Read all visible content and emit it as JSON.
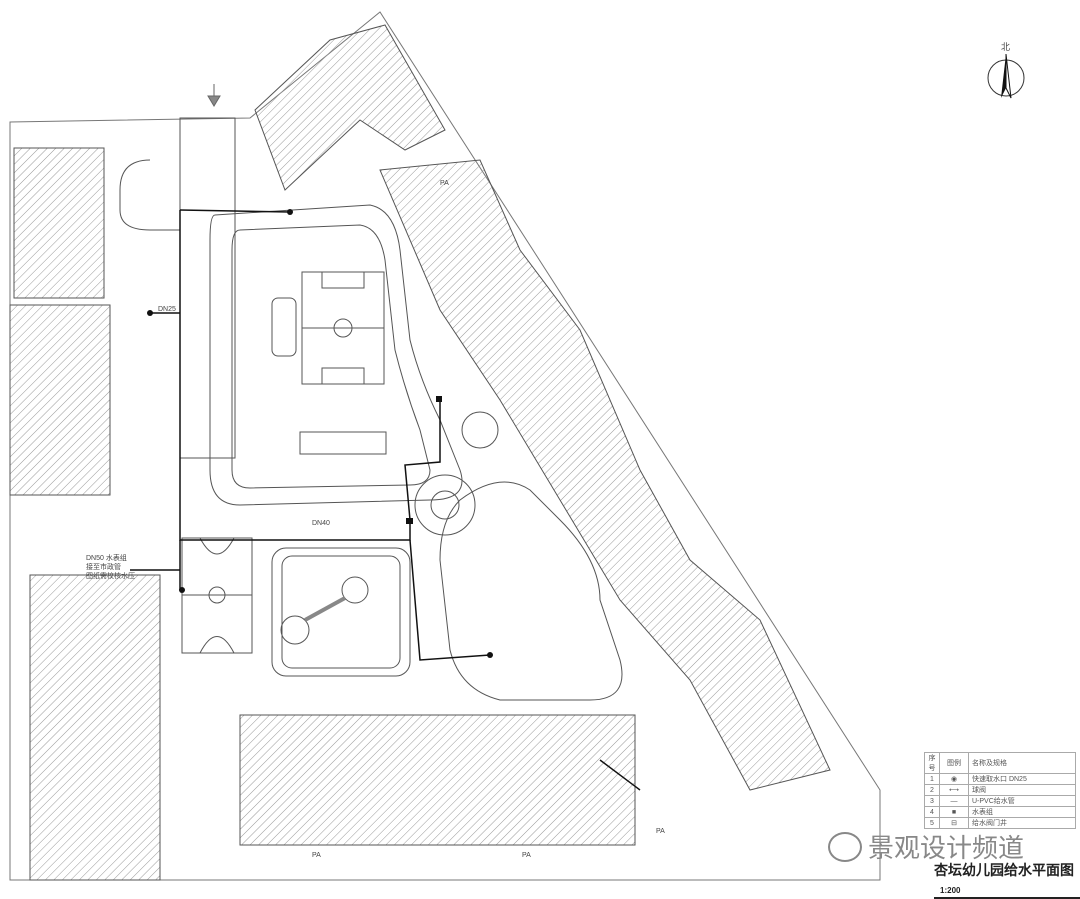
{
  "drawing": {
    "title": "杏坛幼儿园给水平面图",
    "scale": "1:200",
    "north_label": "北",
    "watermark": "景观设计频道",
    "annotations": {
      "dn25": "DN25",
      "dn40": "DN40",
      "dn50_note_1": "DN50 水表组",
      "dn50_note_2": "接至市政管",
      "dn50_note_3": "图纸需校核水压",
      "pa_1": "PA",
      "pa_2": "PA",
      "pa_3": "PA",
      "pa_4": "PA"
    }
  },
  "legend": {
    "headers": [
      "序号",
      "图例",
      "名称及规格"
    ],
    "rows": [
      {
        "no": "1",
        "symbol": "◉",
        "desc": "快速取水口 DN25"
      },
      {
        "no": "2",
        "symbol": "⟷",
        "desc": "球阀"
      },
      {
        "no": "3",
        "symbol": "—",
        "desc": "U-PVC给水管"
      },
      {
        "no": "4",
        "symbol": "■",
        "desc": "水表组"
      },
      {
        "no": "5",
        "symbol": "⊟",
        "desc": "给水阀门井"
      }
    ]
  }
}
